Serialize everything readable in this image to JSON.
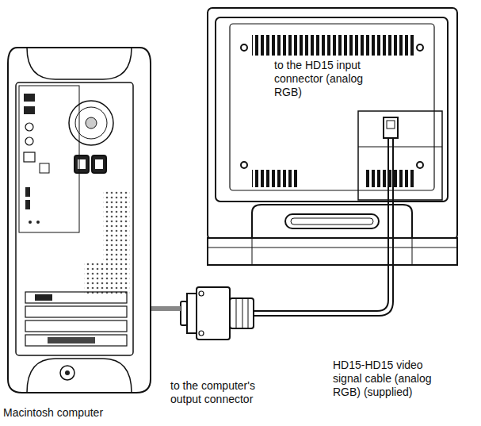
{
  "diagram": {
    "labels": [
      "to the HD15 input connector (analog RGB)",
      "to the computer's output connector",
      "HD15-HD15 video signal cable (analog RGB) (supplied)",
      "Macintosh computer"
    ]
  }
}
